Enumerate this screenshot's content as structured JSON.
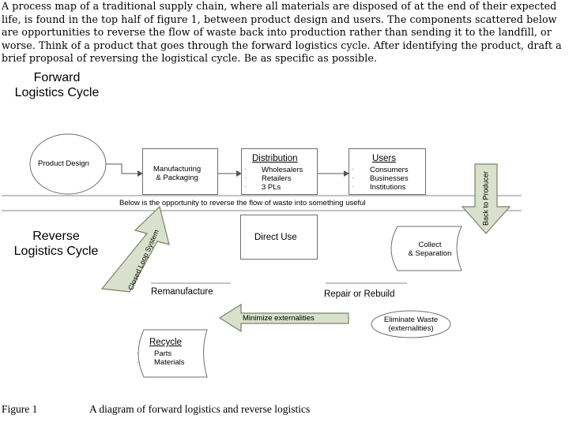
{
  "intro": {
    "lines": [
      "A process map of a traditional supply chain, where all materials are disposed of at the end of their expected",
      "life, is found in the top half of figure 1, between product design and users. The components scattered below",
      "are opportunities to reverse the flow of waste back into production rather than sending it to the landfill, or",
      "worse.  Think of a product that goes through the forward logistics cycle.  After identifying the product, draft a",
      "brief proposal of reversing the logistical cycle.  Be as specific as possible."
    ]
  },
  "diagram": {
    "forward_title": [
      "Forward",
      "Logistics Cycle"
    ],
    "reverse_title": [
      "Reverse",
      "Logistics Cycle"
    ],
    "product_design": "Product Design",
    "manufacturing": [
      "Manufacturing",
      "& Packaging"
    ],
    "distribution": {
      "header": "Distribution",
      "items": [
        "Wholesalers",
        "Retailers",
        "3 PLs"
      ]
    },
    "users": {
      "header": "Users",
      "items": [
        "Consumers",
        "Businesses",
        "Institutions"
      ]
    },
    "divider_text": "Below is the opportunity to reverse the flow of waste into something useful",
    "back_to_producer": "Back to Producer",
    "closed_loop": "Closed Loop System",
    "direct_use": "Direct Use",
    "collect": [
      "Collect",
      "& Separation"
    ],
    "remanufacture": "Remanufacture",
    "repair": "Repair or Rebuild",
    "minimize": "Minimize externalities",
    "eliminate": [
      "Eliminate Waste",
      "(externalities)"
    ],
    "recycle": {
      "header": "Recycle",
      "items": [
        "Parts",
        "Materials"
      ]
    },
    "bullet": "·"
  },
  "caption": {
    "label": "Figure 1",
    "text": "A diagram of forward logistics and reverse logistics"
  },
  "colors": {
    "arrow_fill": "#d9e0cb",
    "arrow_stroke": "#7a8269",
    "box_stroke": "#6f6f6f"
  }
}
